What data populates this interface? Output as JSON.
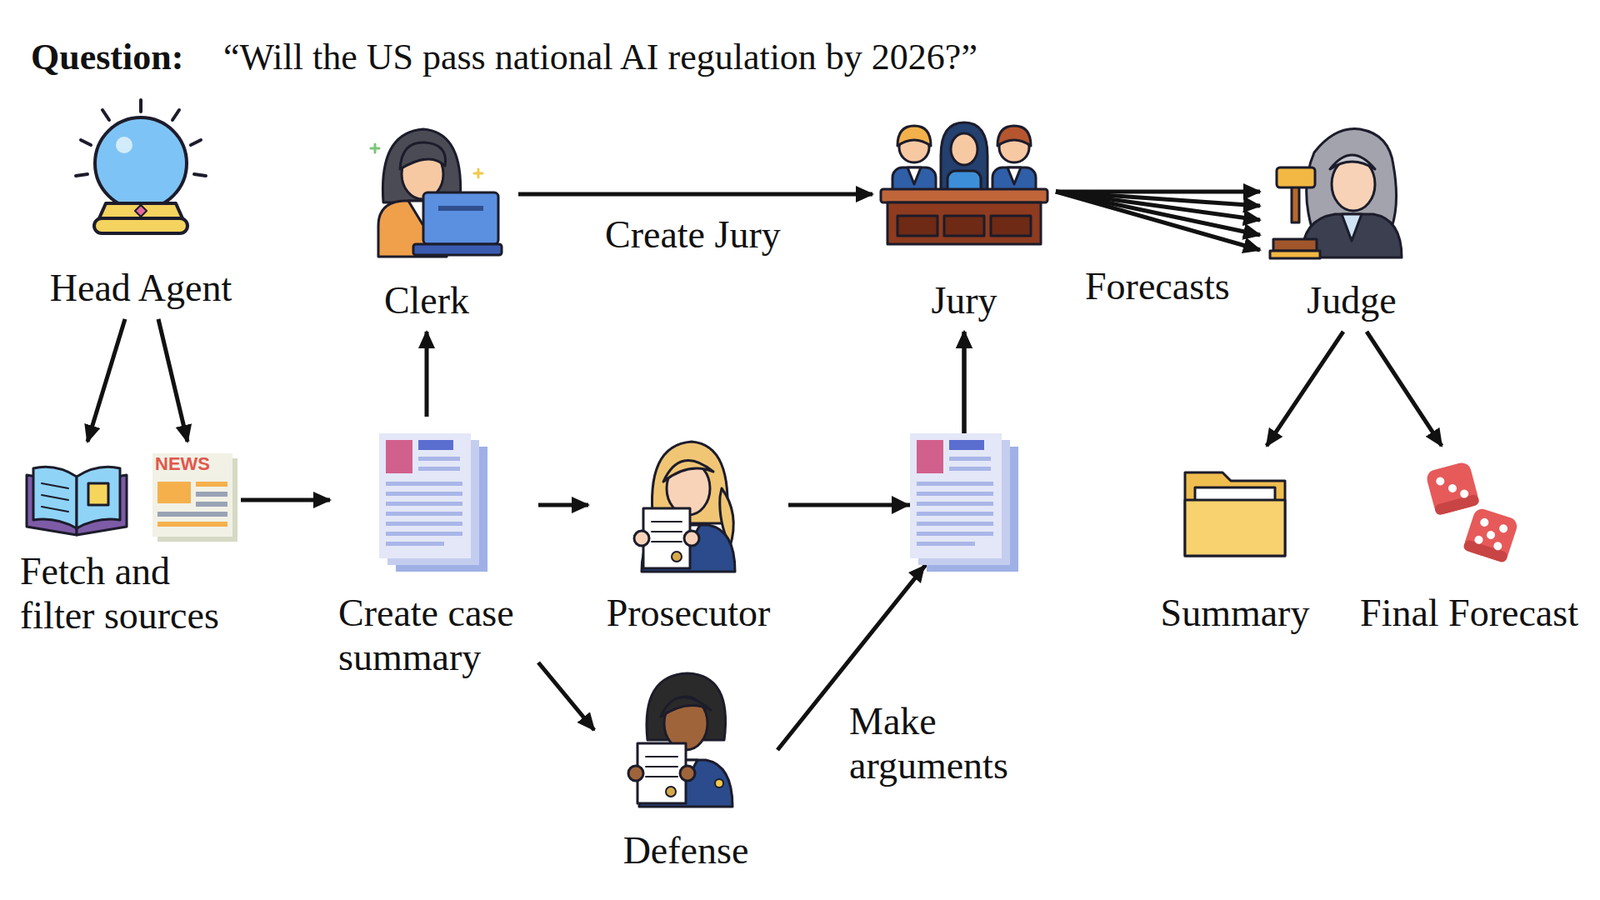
{
  "diagram": {
    "title": "Question:",
    "nodes": [
      {
        "text": [
          "Head Agent"
        ]
      },
      {
        "text": [
          "Fetch and filter sources"
        ]
      },
      {
        "text": [
          "Create case summary"
        ]
      },
      {
        "text": [
          "Clerk"
        ]
      },
      {
        "text": [
          "Prosecutor"
        ]
      },
      {
        "text": [
          "Defense"
        ]
      },
      {
        "text": [
          "Jury"
        ]
      },
      {
        "text": [
          "Judge"
        ]
      },
      {
        "text": [
          "Summary"
        ]
      },
      {
        "text": [
          "Final Forecast"
        ]
      }
    ],
    "edges": [
      {
        "from": 0,
        "to": 1,
        "arrow": "to"
      },
      {
        "from": 0,
        "to": 1,
        "arrow": "to"
      },
      {
        "from": 1,
        "to": 2,
        "arrow": "to"
      },
      {
        "from": 2,
        "to": 3,
        "arrow": "to"
      },
      {
        "from": 3,
        "to": 6,
        "label": "Create Jury",
        "arrow": "to"
      },
      {
        "from": 2,
        "to": 4,
        "arrow": "to"
      },
      {
        "from": 2,
        "to": 5,
        "arrow": "to"
      },
      {
        "from": 4,
        "to": 6,
        "arrow": "to"
      },
      {
        "from": 5,
        "to": 6,
        "label": "Make arguments",
        "arrow": "to"
      },
      {
        "from": 6,
        "to": 7,
        "arrow": "to"
      },
      {
        "from": 6,
        "to": 7,
        "arrow": "to"
      },
      {
        "from": 6,
        "to": 7,
        "arrow": "to"
      },
      {
        "from": 6,
        "to": 7,
        "arrow": "to"
      },
      {
        "from": 6,
        "to": 7,
        "label": "Forecasts",
        "arrow": "to"
      },
      {
        "from": 7,
        "to": 8,
        "arrow": "to"
      },
      {
        "from": 7,
        "to": 9,
        "arrow": "to"
      }
    ],
    "labels": [
      "“Will the US pass national AI regulation by 2026?”",
      "NEWS"
    ]
  }
}
